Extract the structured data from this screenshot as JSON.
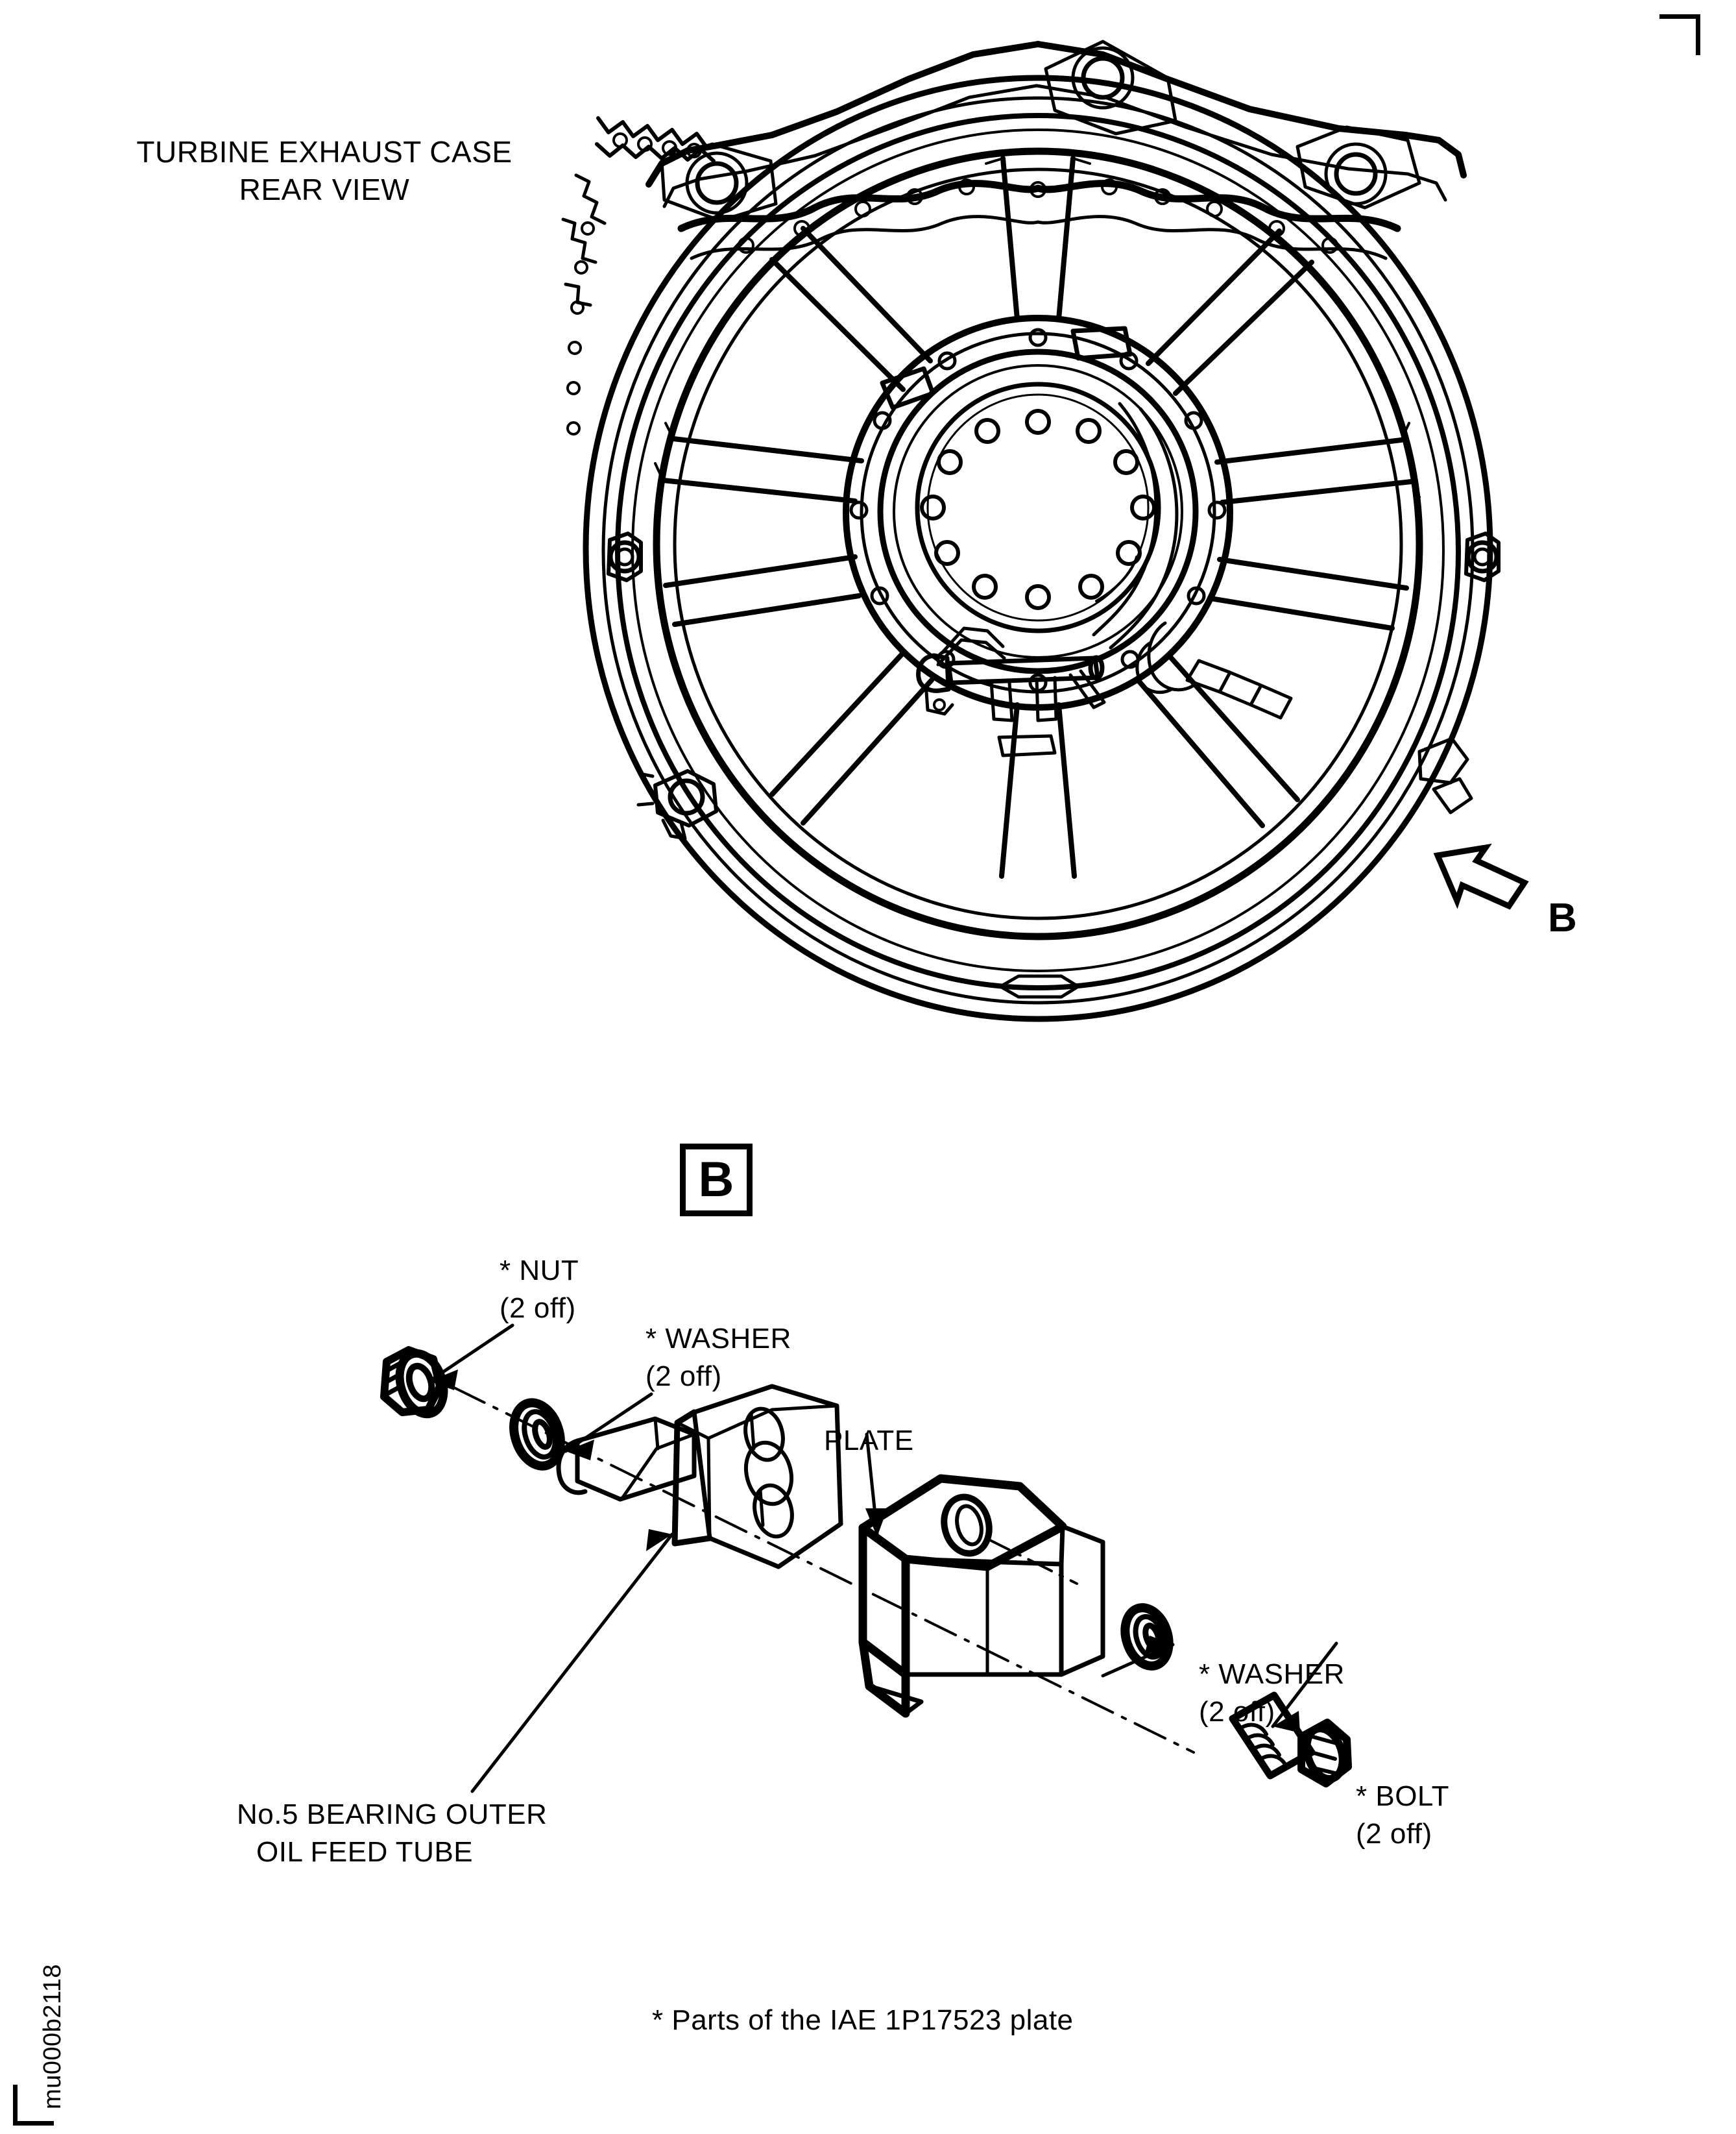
{
  "figure": {
    "title_line1": "TURBINE EXHAUST CASE",
    "title_line2": "REAR VIEW",
    "figure_id": "mu000b2118",
    "view_arrow_label": "B",
    "detail_marker_label": "B",
    "footnote": "* Parts of the IAE 1P17523 plate",
    "colors": {
      "line": "#000000",
      "background": "#ffffff"
    }
  },
  "callouts": {
    "nut": {
      "line1": "* NUT",
      "line2": "(2 off)"
    },
    "washer_upper": {
      "line1": "* WASHER",
      "line2": "(2 off)"
    },
    "plate": {
      "line1": "PLATE"
    },
    "washer_lower": {
      "line1": "* WASHER",
      "line2": "(2 off)"
    },
    "bolt": {
      "line1": "* BOLT",
      "line2": "(2 off)"
    },
    "oil_feed_tube": {
      "line1": "No.5 BEARING OUTER",
      "line2": "OIL FEED TUBE"
    }
  },
  "parts_list": [
    {
      "name": "NUT",
      "qty": "2 off",
      "starred": true
    },
    {
      "name": "WASHER",
      "qty": "2 off",
      "starred": true
    },
    {
      "name": "PLATE",
      "qty": "",
      "starred": false
    },
    {
      "name": "WASHER",
      "qty": "2 off",
      "starred": true
    },
    {
      "name": "BOLT",
      "qty": "2 off",
      "starred": true
    },
    {
      "name": "No.5 BEARING OUTER OIL FEED TUBE",
      "qty": "",
      "starred": false
    }
  ],
  "icons": {
    "view_arrow": "view-direction-arrow-icon",
    "detail_box": "detail-view-marker-icon",
    "corner_top_right": "registration-corner-mark-icon",
    "corner_bottom_left": "registration-corner-mark-icon"
  }
}
